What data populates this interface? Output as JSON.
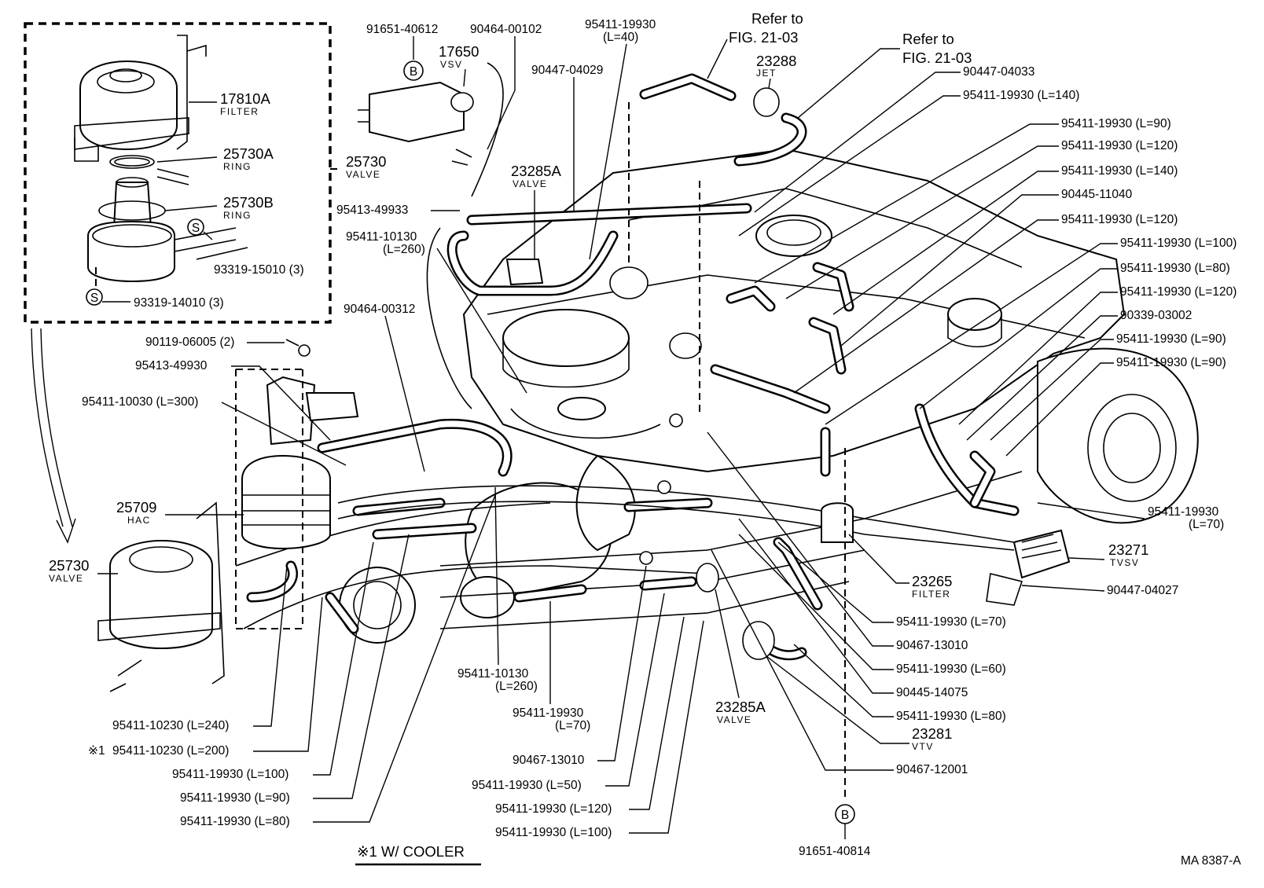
{
  "diagram": {
    "title": "",
    "code": "MA  8387-A",
    "footnote": "※1 W/ COOLER",
    "inset": {
      "labels": [
        {
          "part": "17810A",
          "name": "FILTER"
        },
        {
          "part": "25730A",
          "name": "RING"
        },
        {
          "part": "25730B",
          "name": "RING"
        },
        {
          "part": "93319-15010 (3)",
          "name": ""
        },
        {
          "part": "93319-14010 (3)",
          "name": ""
        }
      ],
      "circle_marker": "S"
    },
    "top_labels": [
      {
        "part": "91651-40612",
        "name": ""
      },
      {
        "part": "90464-00102",
        "name": ""
      },
      {
        "part": "17650",
        "name": "VSV"
      },
      {
        "part": "95411-19930",
        "name": "(L=40)"
      },
      {
        "part": "90447-04029",
        "name": ""
      },
      {
        "part": "23285A",
        "name": "VALVE"
      },
      {
        "part": "23288",
        "name": "JET"
      },
      {
        "ref1_line1": "Refer to",
        "ref1_line2": "FIG. 21-03"
      },
      {
        "ref2_line1": "Refer to",
        "ref2_line2": "FIG. 21-03"
      }
    ],
    "right_labels": [
      "90447-04033",
      "95411-19930 (L=140)",
      "95411-19930 (L=90)",
      "95411-19930 (L=120)",
      "95411-19930 (L=140)",
      "90445-11040",
      "95411-19930 (L=120)",
      "95411-19930 (L=100)",
      "95411-19930 (L=80)",
      "95411-19930 (L=120)",
      "90339-03002",
      "95411-19930 (L=90)",
      "95411-19930 (L=90)"
    ],
    "right_lower": {
      "hose70": {
        "part": "95411-19930",
        "len": "(L=70)"
      },
      "tvsv": {
        "part": "23271",
        "name": "TVSV"
      },
      "p27": "90447-04027",
      "filter": {
        "part": "23265",
        "name": "FILTER"
      },
      "list": [
        "95411-19930 (L=70)",
        "90467-13010",
        "95411-19930 (L=60)",
        "90445-14075",
        "95411-19930 (L=80)"
      ],
      "vtv": {
        "part": "23281",
        "name": "VTV"
      },
      "p12001": "90467-12001",
      "marker_b": "B",
      "p40814": "91651-40814"
    },
    "left_labels": {
      "valve_25730": {
        "part": "25730",
        "name": "VALVE"
      },
      "p49933": "95413-49933",
      "p10130a": {
        "part": "95411-10130",
        "len": "(L=260)"
      },
      "p00312": "90464-00312",
      "p06005": "90119-06005 (2)",
      "p49930": "95413-49930",
      "p10030": "95411-10030 (L=300)",
      "hac": {
        "part": "25709",
        "name": "HAC"
      },
      "valve2": {
        "part": "25730",
        "name": "VALVE"
      }
    },
    "bottom_labels": {
      "list_left": [
        "95411-10230 (L=240)",
        "95411-10230 (L=200)",
        "95411-19930 (L=100)",
        "95411-19930 (L=90)",
        "95411-19930 (L=80)"
      ],
      "star": "※1",
      "p10130b": {
        "part": "95411-10130",
        "len": "(L=260)"
      },
      "p19930_70": {
        "part": "95411-19930",
        "len": "(L=70)"
      },
      "p13010b": "90467-13010",
      "list_mid": [
        "95411-19930 (L=50)",
        "95411-19930 (L=120)",
        "95411-19930 (L=100)"
      ],
      "valve_23285b": {
        "part": "23285A",
        "name": "VALVE"
      }
    }
  }
}
